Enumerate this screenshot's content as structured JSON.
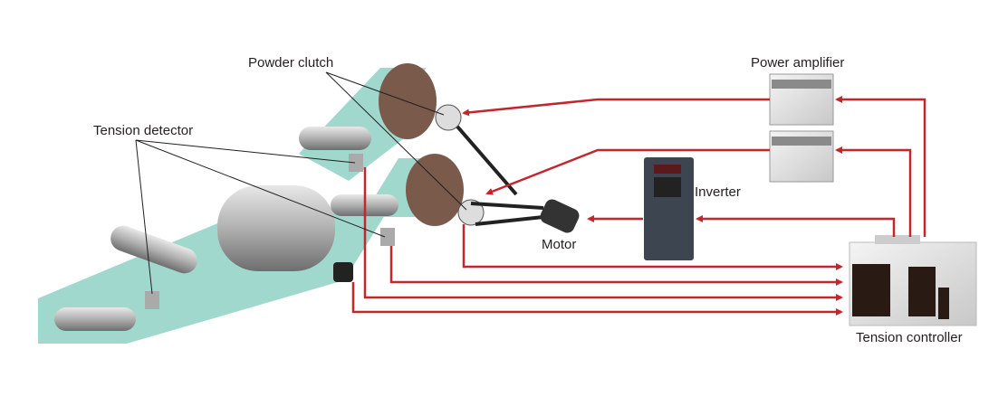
{
  "labels": {
    "powder_clutch": "Powder clutch",
    "tension_detector": "Tension detector",
    "power_amplifier": "Power amplifier",
    "inverter": "Inverter",
    "motor": "Motor",
    "tension_controller": "Tension controller"
  },
  "colors": {
    "signal_line": "#c1272d",
    "web": "#8fd1c4",
    "leader_line": "#231f20"
  }
}
